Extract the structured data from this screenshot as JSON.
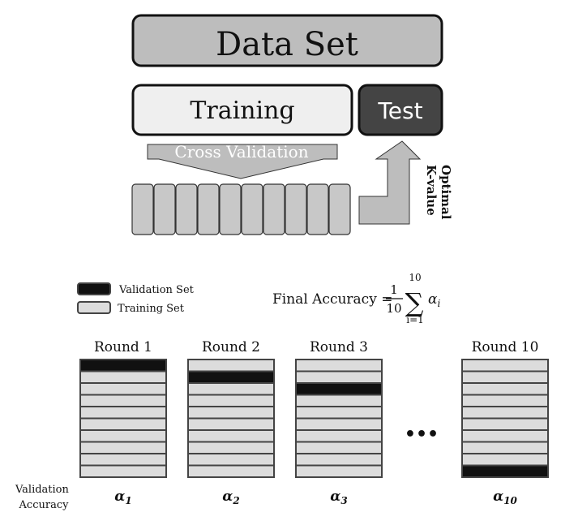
{
  "top": {
    "dataset_label": "Data Set",
    "training_label": "Training",
    "test_label": "Test",
    "cross_validation_label": "Cross Validation",
    "optimal_line1": "Optimal",
    "optimal_line2": "K-value",
    "folds": 10
  },
  "legend": {
    "validation_label": "Validation Set",
    "training_label": "Training Set"
  },
  "formula": {
    "lhs": "Final Accuracy =",
    "numerator": "1",
    "denominator": "10",
    "upper": "10",
    "lower": "i=1",
    "sigma": "∑",
    "term": "α",
    "subscript": "i"
  },
  "rounds": [
    {
      "label": "Round 1",
      "validation_index": 0,
      "alpha": "α",
      "alpha_sub": "1"
    },
    {
      "label": "Round 2",
      "validation_index": 1,
      "alpha": "α",
      "alpha_sub": "2"
    },
    {
      "label": "Round 3",
      "validation_index": 2,
      "alpha": "α",
      "alpha_sub": "3"
    },
    {
      "label": "Round 10",
      "validation_index": 9,
      "alpha": "α",
      "alpha_sub": "10"
    }
  ],
  "ellipsis": "•••",
  "validation_accuracy": {
    "line1": "Validation",
    "line2": "Accuracy"
  },
  "colors": {
    "dataset_fill": "#bdbdbd",
    "training_fill": "#efefef",
    "test_fill": "#444444",
    "fold_fill": "#c8c8c8",
    "validation_fill": "#111111",
    "training_row_fill": "#dcdcdc",
    "arrow_fill": "#bdbdbd"
  }
}
